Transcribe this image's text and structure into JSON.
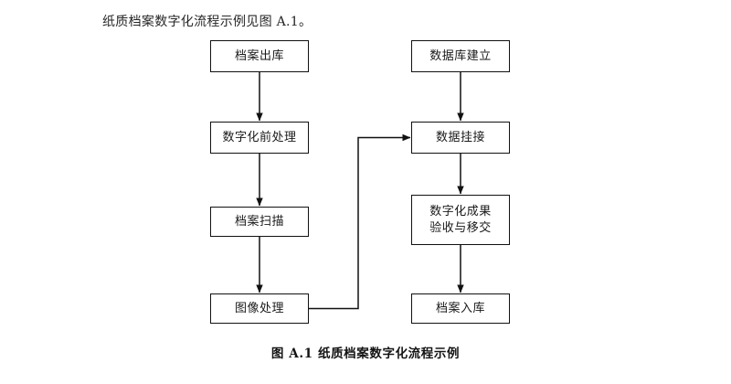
{
  "document": {
    "intro_text": "纸质档案数字化流程示例见图 A.1。",
    "caption": "图 A.1  纸质档案数字化流程示例"
  },
  "flowchart": {
    "type": "flowchart",
    "orientation": "top-to-bottom, two columns",
    "line_color": "#111111",
    "box_fill": "#ffffff",
    "nodes": [
      {
        "id": "archive-out",
        "label": "档案出库",
        "lines": [
          "档案出库"
        ],
        "column": "left",
        "row": 1
      },
      {
        "id": "pre-process",
        "label": "数字化前处理",
        "lines": [
          "数字化前处理"
        ],
        "column": "left",
        "row": 2
      },
      {
        "id": "archive-scan",
        "label": "档案扫描",
        "lines": [
          "档案扫描"
        ],
        "column": "left",
        "row": 3
      },
      {
        "id": "image-process",
        "label": "图像处理",
        "lines": [
          "图像处理"
        ],
        "column": "left",
        "row": 4
      },
      {
        "id": "db-build",
        "label": "数据库建立",
        "lines": [
          "数据库建立"
        ],
        "column": "right",
        "row": 1
      },
      {
        "id": "data-link",
        "label": "数据挂接",
        "lines": [
          "数据挂接"
        ],
        "column": "right",
        "row": 2
      },
      {
        "id": "acceptance",
        "label": "数字化成果验收与移交",
        "lines": [
          "数字化成果",
          "验收与移交"
        ],
        "column": "right",
        "row": 3
      },
      {
        "id": "archive-in",
        "label": "档案入库",
        "lines": [
          "档案入库"
        ],
        "column": "right",
        "row": 4
      }
    ],
    "edges": [
      {
        "from": "archive-out",
        "to": "pre-process",
        "style": "straight-down",
        "arrow": true
      },
      {
        "from": "pre-process",
        "to": "archive-scan",
        "style": "straight-down",
        "arrow": true
      },
      {
        "from": "archive-scan",
        "to": "image-process",
        "style": "straight-down",
        "arrow": true
      },
      {
        "from": "image-process",
        "to": "data-link",
        "style": "right-up-right elbow",
        "arrow": true
      },
      {
        "from": "db-build",
        "to": "data-link",
        "style": "straight-down",
        "arrow": true
      },
      {
        "from": "data-link",
        "to": "acceptance",
        "style": "straight-down",
        "arrow": true
      },
      {
        "from": "acceptance",
        "to": "archive-in",
        "style": "straight-down",
        "arrow": true
      }
    ]
  }
}
